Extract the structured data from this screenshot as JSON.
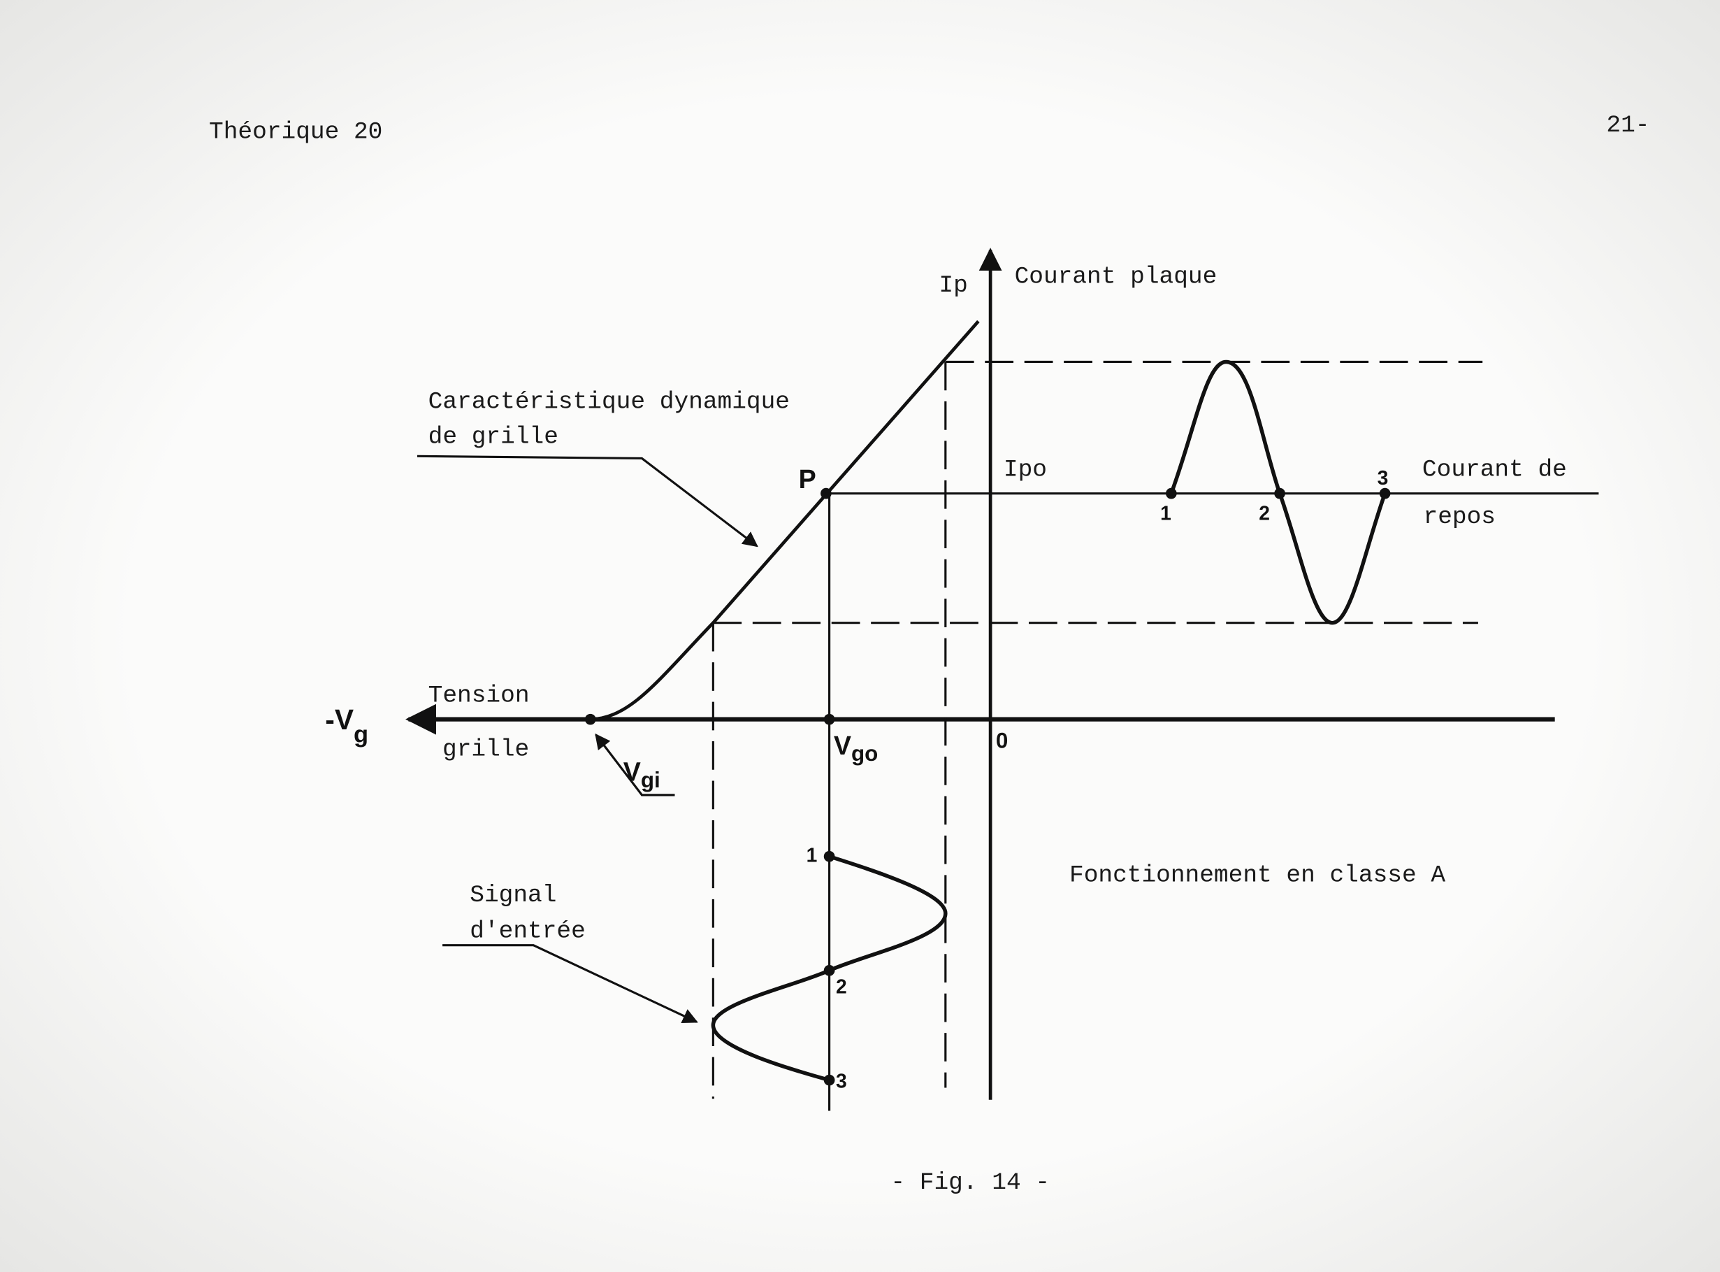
{
  "header": {
    "left": "Théorique 20",
    "right": "21-"
  },
  "figure": {
    "caption": "- Fig. 14 -",
    "title": "Fonctionnement en classe A",
    "y_axis": {
      "symbol": "Ip",
      "label": "Courant plaque"
    },
    "x_axis": {
      "symbol_prefix": "-V",
      "symbol_sub": "g",
      "label_line1": "Tension",
      "label_line2": "grille",
      "origin": "0"
    },
    "curve_label": {
      "line1": "Caractéristique dynamique",
      "line2": "de grille"
    },
    "operating_point": "P",
    "quiescent_current": "Ipo",
    "quiescent_label": {
      "line1": "Courant de",
      "line2": "repos"
    },
    "vgi": {
      "main": "V",
      "sub": "gi"
    },
    "vgo": {
      "main": "V",
      "sub": "go"
    },
    "input_signal_label": {
      "line1": "Signal",
      "line2": "d'entrée"
    },
    "input_points": [
      "1",
      "2",
      "3"
    ],
    "output_points": [
      "1",
      "2",
      "3"
    ]
  }
}
